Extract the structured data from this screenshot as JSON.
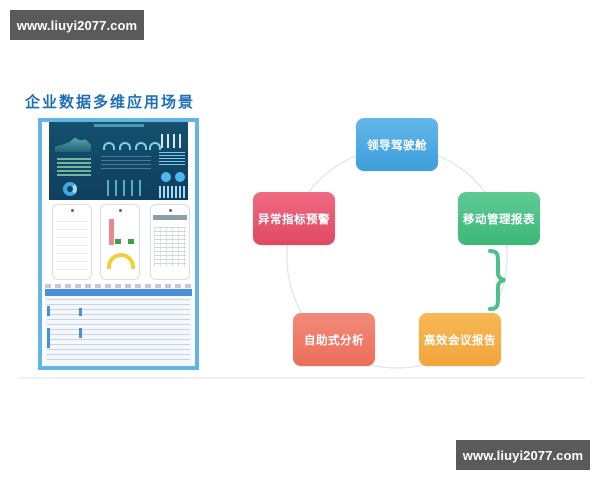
{
  "watermarks": {
    "top_left": "www.liuyi2077.com",
    "bottom_right": "www.liuyi2077.com"
  },
  "section": {
    "title": "企业数据多维应用场景"
  },
  "collage": {
    "description_icons": [
      "dashboard-screen",
      "mobile-form-screen",
      "mobile-chart-screen",
      "mobile-table-screen",
      "desktop-form-screen"
    ],
    "border_color": "#63b6e4"
  },
  "cycle": {
    "nodes": [
      {
        "label": "领导驾驶舱",
        "color": "#4fa9e2"
      },
      {
        "label": "移动管理报表",
        "color": "#4cc086"
      },
      {
        "label": "高效会议报告",
        "color": "#f3ad45"
      },
      {
        "label": "自助式分析",
        "color": "#ef7b69"
      },
      {
        "label": "异常指标预警",
        "color": "#e85a72"
      }
    ],
    "brace_color": "#4cbf8a",
    "ring_color": "#e2e4e6"
  }
}
